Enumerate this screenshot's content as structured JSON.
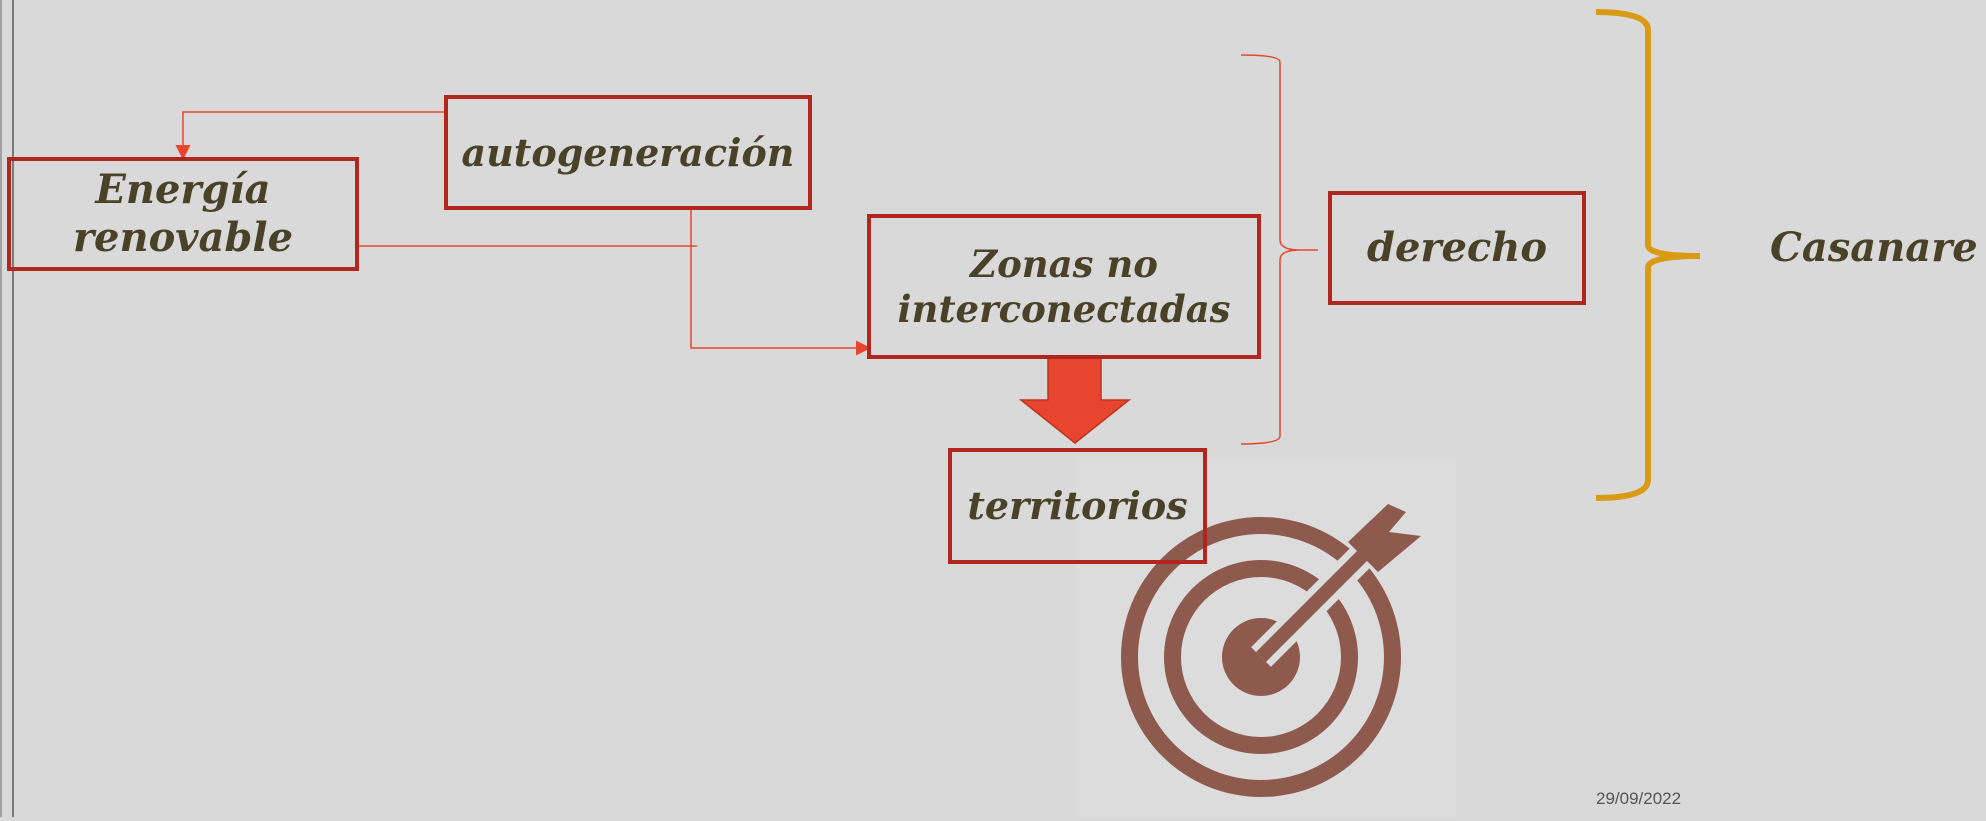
{
  "diagram": {
    "nodes": {
      "energia": "Energía renovable",
      "autogeneracion": "autogeneración",
      "zonas": "Zonas no interconectadas",
      "derecho": "derecho",
      "territorios": "territorios",
      "casanare": "Casanare"
    },
    "date": "29/09/2022"
  },
  "colors": {
    "box_border": "#b1271f",
    "connector": "#e8452f",
    "brace_gold": "#d99a16",
    "text": "#4a4228",
    "target_icon": "#8e5a4e"
  },
  "icons": [
    "target-arrow-icon",
    "down-arrow-icon"
  ]
}
